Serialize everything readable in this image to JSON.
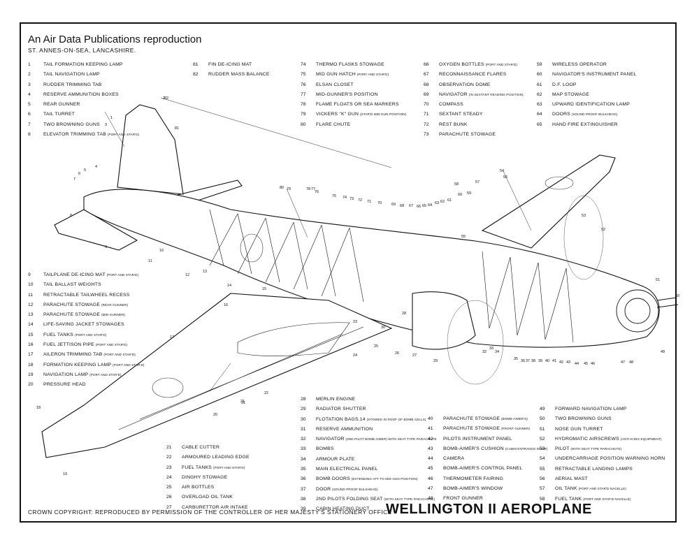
{
  "header": {
    "title": "An Air Data Publications reproduction",
    "place": "ST. ANNES-ON-SEA, LANCASHIRE."
  },
  "legend_columns": [
    {
      "items": [
        {
          "num": "1",
          "text": "TAIL FORMATION KEEPING LAMP",
          "note": ""
        },
        {
          "num": "2",
          "text": "TAIL NAVIGATION LAMP",
          "note": ""
        },
        {
          "num": "3",
          "text": "RUDDER TRIMMING TAB",
          "note": ""
        },
        {
          "num": "4",
          "text": "RESERVE AMMUNITION BOXES",
          "note": ""
        },
        {
          "num": "5",
          "text": "REAR GUNNER",
          "note": ""
        },
        {
          "num": "6",
          "text": "TAIL TURRET",
          "note": ""
        },
        {
          "num": "7",
          "text": "TWO BROWNING GUNS",
          "note": ""
        },
        {
          "num": "8",
          "text": "ELEVATOR TRIMMING TAB",
          "note": "(PORT AND STAR'D)"
        }
      ]
    },
    {
      "items": [
        {
          "num": "81",
          "text": "FIN DE-ICING MAT",
          "note": ""
        },
        {
          "num": "82",
          "text": "RUDDER MASS BALANCE",
          "note": ""
        }
      ]
    },
    {
      "items": [
        {
          "num": "74",
          "text": "THERMO FLASKS STOWAGE",
          "note": ""
        },
        {
          "num": "75",
          "text": "MID GUN HATCH",
          "note": "(PORT AND STAR'D)"
        },
        {
          "num": "76",
          "text": "ELSAN CLOSET",
          "note": ""
        },
        {
          "num": "77",
          "text": "MID-GUNNER'S POSITION",
          "note": ""
        },
        {
          "num": "78",
          "text": "FLAME FLOATS OR SEA MARKERS",
          "note": ""
        },
        {
          "num": "79",
          "text": "VICKERS \"K\" GUN",
          "note": "(STAR'D MID-GUN POSITION)"
        },
        {
          "num": "80",
          "text": "FLARE CHUTE",
          "note": ""
        }
      ]
    },
    {
      "items": [
        {
          "num": "66",
          "text": "OXYGEN BOTTLES",
          "note": "(PORT AND STAR'D)"
        },
        {
          "num": "67",
          "text": "RECONNAISSANCE FLARES",
          "note": ""
        },
        {
          "num": "68",
          "text": "OBSERVATION DOME",
          "note": ""
        },
        {
          "num": "69",
          "text": "NAVIGATOR",
          "note": "(IN SEXTANT READING POSITION)"
        },
        {
          "num": "70",
          "text": "COMPASS",
          "note": ""
        },
        {
          "num": "71",
          "text": "SEXTANT STEADY",
          "note": ""
        },
        {
          "num": "72",
          "text": "REST BUNK",
          "note": ""
        },
        {
          "num": "73",
          "text": "PARACHUTE STOWAGE",
          "note": ""
        }
      ]
    },
    {
      "items": [
        {
          "num": "59",
          "text": "WIRELESS OPERATOR",
          "note": ""
        },
        {
          "num": "60",
          "text": "NAVIGATOR'S INSTRUMENT PANEL",
          "note": ""
        },
        {
          "num": "61",
          "text": "D.F. LOOP",
          "note": ""
        },
        {
          "num": "62",
          "text": "MAP STOWAGE",
          "note": ""
        },
        {
          "num": "63",
          "text": "UPWARD IDENTIFICATION LAMP",
          "note": ""
        },
        {
          "num": "64",
          "text": "DOORS",
          "note": "(SOUND PROOF BULKHEAD)"
        },
        {
          "num": "65",
          "text": "HAND FIRE EXTINGUISHER",
          "note": ""
        }
      ]
    },
    {
      "items": [
        {
          "num": "9",
          "text": "TAILPLANE DE-ICING MAT",
          "note": "(PORT AND STAR'D)"
        },
        {
          "num": "10",
          "text": "TAIL BALLAST WEIGHTS",
          "note": ""
        },
        {
          "num": "11",
          "text": "RETRACTABLE TAILWHEEL RECESS",
          "note": ""
        },
        {
          "num": "12",
          "text": "PARACHUTE STOWAGE",
          "note": "(REAR GUNNER)"
        },
        {
          "num": "13",
          "text": "PARACHUTE STOWAGE",
          "note": "(MID-GUNNER)"
        },
        {
          "num": "14",
          "text": "LIFE-SAVING JACKET STOWAGES",
          "note": ""
        },
        {
          "num": "15",
          "text": "FUEL TANKS",
          "note": "(PORT AND STAR'D)"
        },
        {
          "num": "16",
          "text": "FUEL JETTISON PIPE",
          "note": "(PORT AND STAR'D)"
        },
        {
          "num": "17",
          "text": "AILERON TRIMMING TAB",
          "note": "(PORT AND STAR'D)"
        },
        {
          "num": "18",
          "text": "FORMATION KEEPING LAMP",
          "note": "(PORT AND STAR'D)"
        },
        {
          "num": "19",
          "text": "NAVIGATION LAMP",
          "note": "(PORT AND STAR'D)"
        },
        {
          "num": "20",
          "text": "PRESSURE HEAD",
          "note": ""
        }
      ]
    },
    {
      "items": [
        {
          "num": "21",
          "text": "CABLE CUTTER",
          "note": ""
        },
        {
          "num": "22",
          "text": "ARMOURED LEADING EDGE",
          "note": ""
        },
        {
          "num": "23",
          "text": "FUEL TANKS",
          "note": "(PORT AND STAR'D)"
        },
        {
          "num": "24",
          "text": "DINGHY STOWAGE",
          "note": ""
        },
        {
          "num": "25",
          "text": "AIR BOTTLES",
          "note": ""
        },
        {
          "num": "26",
          "text": "OVERLOAD OIL TANK",
          "note": ""
        },
        {
          "num": "27",
          "text": "CARBURETTOR AIR INTAKE",
          "note": ""
        }
      ]
    },
    {
      "items": [
        {
          "num": "28",
          "text": "MERLIN ENGINE",
          "note": ""
        },
        {
          "num": "29",
          "text": "RADIATOR SHUTTER",
          "note": ""
        },
        {
          "num": "30",
          "text": "FLOTATION BAGS.14",
          "note": "(STOWED IN ROOF OF BOMB CELLS)"
        },
        {
          "num": "31",
          "text": "RESERVE AMMUNITION",
          "note": ""
        },
        {
          "num": "32",
          "text": "NAVIGATOR",
          "note": "(2ND PILOT BOMB AIMER) WITH SEAT TYPE PARACHUTE"
        },
        {
          "num": "33",
          "text": "BOMBS",
          "note": ""
        },
        {
          "num": "34",
          "text": "ARMOUR PLATE",
          "note": ""
        },
        {
          "num": "35",
          "text": "MAIN ELECTRICAL PANEL",
          "note": ""
        },
        {
          "num": "36",
          "text": "BOMB DOORS",
          "note": "(EXTENDING AFT TO MID GUN POSITION)"
        },
        {
          "num": "37",
          "text": "DOOR",
          "note": "(SOUND PROOF BULKHEAD)"
        },
        {
          "num": "38",
          "text": "2ND PILOTS FOLDING SEAT",
          "note": "(WITH SEAT TYPE PARACHUTE)"
        },
        {
          "num": "39",
          "text": "CABIN HEATING DUCT",
          "note": ""
        }
      ]
    },
    {
      "items": [
        {
          "num": "40",
          "text": "PARACHUTE STOWAGE",
          "note": "(BOMB-AIMER'S)"
        },
        {
          "num": "41",
          "text": "PARACHUTE STOWAGE",
          "note": "(FRONT GUNNER)"
        },
        {
          "num": "42",
          "text": "PILOTS INSTRUMENT PANEL",
          "note": ""
        },
        {
          "num": "43",
          "text": "BOMB-AIMER'S CUSHION",
          "note": "(CABIN ENTRANCE DOOR)"
        },
        {
          "num": "44",
          "text": "CAMERA",
          "note": ""
        },
        {
          "num": "45",
          "text": "BOMB-AIMER'S CONTROL PANEL",
          "note": ""
        },
        {
          "num": "46",
          "text": "THERMOMETER FAIRING",
          "note": ""
        },
        {
          "num": "47",
          "text": "BOMB-AIMER'S WINDOW",
          "note": ""
        },
        {
          "num": "48",
          "text": "FRONT GUNNER",
          "note": ""
        }
      ]
    },
    {
      "items": [
        {
          "num": "49",
          "text": "FORWARD NAVIGATION LAMP",
          "note": ""
        },
        {
          "num": "50",
          "text": "TWO BROWNING GUNS",
          "note": ""
        },
        {
          "num": "51",
          "text": "NOSE GUN TURRET",
          "note": ""
        },
        {
          "num": "52",
          "text": "HYDROMATIC AIRSCREWS",
          "note": "(ANTI-ICING EQUIPMENT)"
        },
        {
          "num": "53",
          "text": "PILOT",
          "note": "(WITH SEAT TYPE PARACHUTE)"
        },
        {
          "num": "54",
          "text": "UNDERCARRIAGE POSITION WARNING HORN",
          "note": ""
        },
        {
          "num": "55",
          "text": "RETRACTABLE LANDING LAMPS",
          "note": ""
        },
        {
          "num": "56",
          "text": "AERIAL MAST",
          "note": ""
        },
        {
          "num": "57",
          "text": "OIL TANK",
          "note": "(PORT AND STAR'D NACELLE)"
        },
        {
          "num": "58",
          "text": "FUEL TANK",
          "note": "(PORT AND STAR'D NACELLE)"
        }
      ]
    }
  ],
  "footer": {
    "copyright": "CROWN COPYRIGHT: REPRODUCED BY PERMISSION OF THE CONTROLLER OF HER MAJESTY'S STATIONERY OFFICE",
    "title": "WELLINGTON II AEROPLANE"
  },
  "callouts": [
    "1",
    "2",
    "3",
    "4",
    "5",
    "6",
    "7",
    "8",
    "9",
    "10",
    "11",
    "12",
    "13",
    "14",
    "15",
    "16",
    "17",
    "18",
    "19",
    "20",
    "21",
    "22",
    "23",
    "24",
    "25",
    "26",
    "27",
    "28",
    "29",
    "30",
    "31",
    "32",
    "33",
    "34",
    "35",
    "36",
    "37",
    "38",
    "39",
    "40",
    "41",
    "42",
    "43",
    "44",
    "45",
    "46",
    "47",
    "48",
    "49",
    "50",
    "51",
    "52",
    "53",
    "54",
    "55",
    "56",
    "57",
    "58",
    "59",
    "60",
    "61",
    "62",
    "63",
    "64",
    "65",
    "66",
    "67",
    "68",
    "69",
    "70",
    "71",
    "72",
    "73",
    "74",
    "75",
    "76",
    "77",
    "78",
    "79",
    "80",
    "81",
    "82"
  ]
}
